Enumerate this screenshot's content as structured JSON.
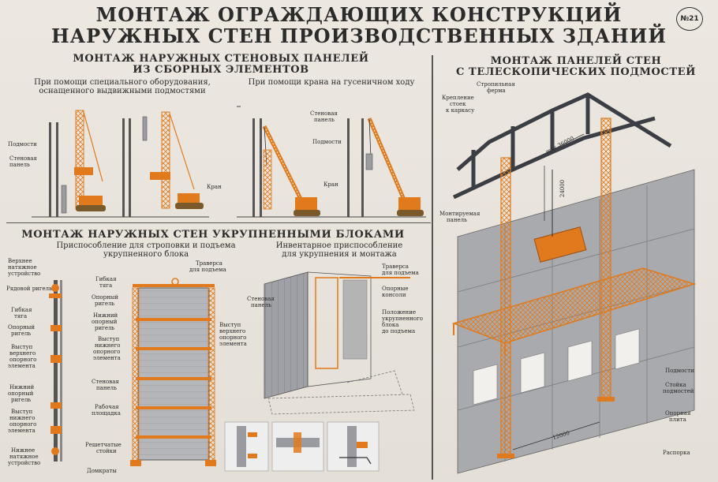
{
  "poster": {
    "title_line1": "МОНТАЖ ОГРАЖДАЮЩИХ КОНСТРУКЦИЙ",
    "title_line2": "НАРУЖНЫХ СТЕН ПРОИЗВОДСТВЕННЫХ ЗДАНИЙ",
    "number": "№21"
  },
  "section1": {
    "heading_line1": "МОНТАЖ НАРУЖНЫХ СТЕНОВЫХ ПАНЕЛЕЙ",
    "heading_line2": "ИЗ СБОРНЫХ ЭЛЕМЕНТОВ",
    "caption_left_line1": "При помощи специального оборудования,",
    "caption_left_line2": "оснащенного выдвижными подмостями",
    "caption_right": "При помощи крана на гусеничном ходу",
    "labels": {
      "scaffold": "Подмости",
      "wall_panel_line1": "Стеновая",
      "wall_panel_line2": "панель",
      "crane": "Кран",
      "wall_panel2_line1": "Стеновая",
      "wall_panel2_line2": "панель",
      "scaffold2": "Подмости",
      "crane2": "Кран"
    }
  },
  "section2": {
    "heading": "МОНТАЖ НАРУЖНЫХ СТЕН УКРУПНЕННЫМИ БЛОКАМИ",
    "caption_left_line1": "Приспособление для строповки и подъема",
    "caption_left_line2": "укрупненного блока",
    "caption_right_line1": "Инвентарное приспособление",
    "caption_right_line2": "для укрупнения и монтажа",
    "labels": {
      "upper_tension_line1": "Верхнее",
      "upper_tension_line2": "натяжное",
      "upper_tension_line3": "устройство",
      "row_girt": "Рядовой ригель",
      "flex_rod_line1": "Гибкая",
      "flex_rod_line2": "тяга",
      "support_girt_line1": "Опорный",
      "support_girt_line2": "ригель",
      "upper_ledge_line1": "Выступ",
      "upper_ledge_line2": "верхнего",
      "upper_ledge_line3": "опорного",
      "upper_ledge_line4": "элемента",
      "lower_girt_line1": "Нижний",
      "lower_girt_line2": "опорный",
      "lower_girt_line3": "ригель",
      "lower_ledge_line1": "Выступ",
      "lower_ledge_line2": "нижнего",
      "lower_ledge_line3": "опорного",
      "lower_ledge_line4": "элемента",
      "lower_tension_line1": "Нижнее",
      "lower_tension_line2": "натяжное",
      "lower_tension_line3": "устройство",
      "m_flex_rod_line1": "Гибкая",
      "m_flex_rod_line2": "тяга",
      "m_support_girt_line1": "Опорный",
      "m_support_girt_line2": "ригель",
      "m_lower_girt_line1": "Нижний",
      "m_lower_girt_line2": "опорный",
      "m_lower_girt_line3": "ригель",
      "m_lower_ledge_line1": "Выступ",
      "m_lower_ledge_line2": "нижнего",
      "m_lower_ledge_line3": "опорного",
      "m_lower_ledge_line4": "элемента",
      "m_wall_panel_line1": "Стеновая",
      "m_wall_panel_line2": "панель",
      "m_work_platform_line1": "Рабочая",
      "m_work_platform_line2": "площадка",
      "m_lattice_posts_line1": "Решетчатые",
      "m_lattice_posts_line2": "стойки",
      "m_jacks": "Домкраты",
      "m_traverse_line1": "Траверса",
      "m_traverse_line2": "для подъема",
      "m_upper_ledge_line1": "Выступ",
      "m_upper_ledge_line2": "верхнего",
      "m_upper_ledge_line3": "опорного",
      "m_upper_ledge_line4": "элемента",
      "r_wall_panel_line1": "Стеновая",
      "r_wall_panel_line2": "панель",
      "r_traverse_line1": "Траверса",
      "r_traverse_line2": "для подъема",
      "r_consoles_line1": "Опорные",
      "r_consoles_line2": "консоли",
      "r_position_line1": "Положение",
      "r_position_line2": "укрупненного",
      "r_position_line3": "блока",
      "r_position_line4": "до подъема"
    }
  },
  "section3": {
    "heading_line1": "МОНТАЖ ПАНЕЛЕЙ СТЕН",
    "heading_line2": "С ТЕЛЕСКОПИЧЕСКИХ ПОДМОСТЕЙ",
    "labels": {
      "truss_line1": "Стропильная",
      "truss_line2": "ферма",
      "fastening_line1": "Крепление",
      "fastening_line2": "стоек",
      "fastening_line3": "к каркасу",
      "max_dim": "max 36000",
      "dim_24000": "24000",
      "panel_mount_line1": "Монтируемая",
      "panel_mount_line2": "панель",
      "scaffold": "Подмости",
      "scaffold_post_line1": "Стойка",
      "scaffold_post_line2": "подмостей",
      "base_plate_line1": "Опорная",
      "base_plate_line2": "плита",
      "dim_12000": "12000",
      "brace": "Распорка"
    }
  },
  "colors": {
    "orange": "#e07a1c",
    "steel": "#3b3f45",
    "panel_gray": "#a8a9ad",
    "background": "#e9e4dc"
  }
}
